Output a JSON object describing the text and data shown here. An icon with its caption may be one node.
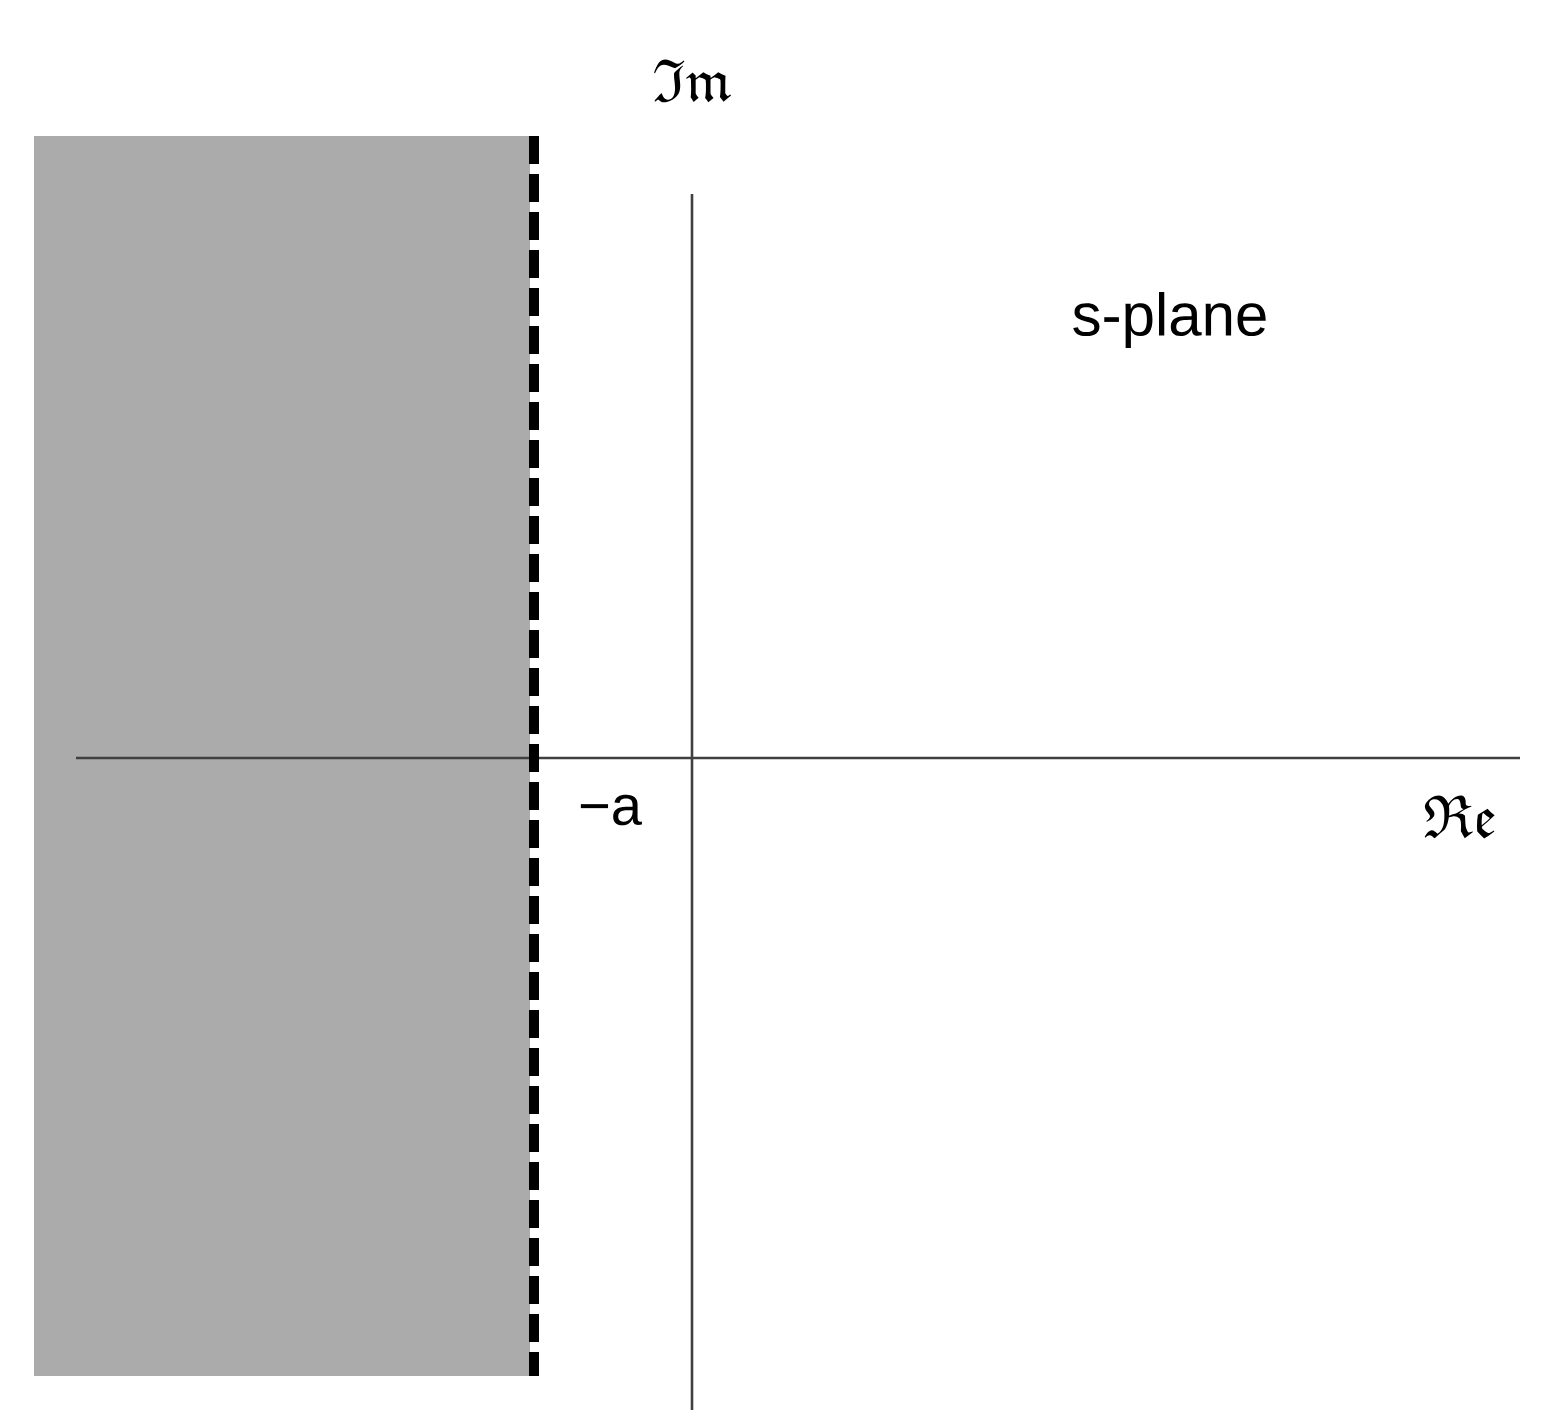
{
  "diagram": {
    "labels": [
      "\\mathfrak{Im}",
      "s-plane",
      "−a",
      "\\mathfrak{Re}"
    ]
  }
}
